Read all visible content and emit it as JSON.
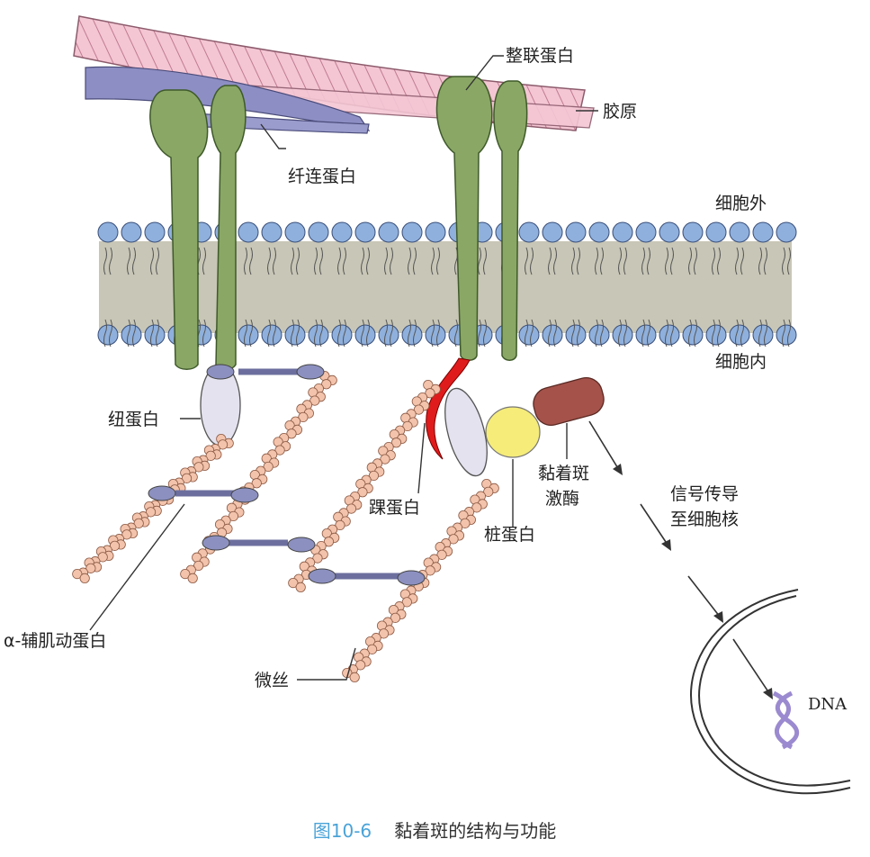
{
  "labels": {
    "integrin": "整联蛋白",
    "collagen": "胶原",
    "fibronectin": "纤连蛋白",
    "extracellular": "细胞外",
    "intracellular": "细胞内",
    "talin": "纽蛋白",
    "paxillin": "踝蛋白",
    "vinculin": "桩蛋白",
    "fak_line1": "黏着斑",
    "fak_line2": "激酶",
    "signal_line1": "信号传导",
    "signal_line2": "至细胞核",
    "alpha_actinin": "α-辅肌动蛋白",
    "microfilament": "微丝",
    "dna": "DNA"
  },
  "caption": {
    "number": "图10-6",
    "title": "黏着斑的结构与功能"
  },
  "colors": {
    "collagen": "#f4c6d4",
    "fibronectin": "#8d8fc4",
    "integrin": "#8aa765",
    "lipid_head": "#8fb0dc",
    "membrane_core": "#c8c6b6",
    "actin_bead": "#f3c3ab",
    "actinin_node": "#8c90c0",
    "red_protein": "#e01b1b",
    "yellow_protein": "#f5ec7a",
    "kinase": "#a4524a",
    "dna": "#9b8ad0",
    "caption_accent": "#4aa3d8"
  }
}
